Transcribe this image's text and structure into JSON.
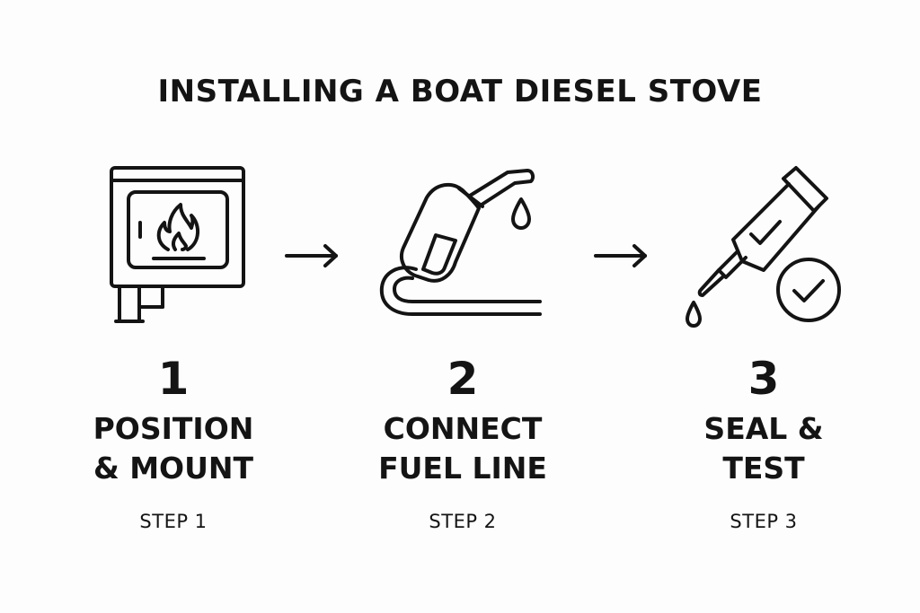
{
  "title": "INSTALLING A BOAT DIESEL STOVE",
  "steps": [
    {
      "number": "1",
      "label_line1": "POSITION",
      "label_line2": "& MOUNT",
      "caption": "STEP 1",
      "icon": "stove-icon"
    },
    {
      "number": "2",
      "label_line1": "CONNECT",
      "label_line2": "FUEL LINE",
      "caption": "STEP 2",
      "icon": "fuel-nozzle-icon"
    },
    {
      "number": "3",
      "label_line1": "SEAL &",
      "label_line2": "TEST",
      "caption": "STEP 3",
      "icon": "sealant-tube-check-icon"
    }
  ],
  "arrows": [
    "arrow-right-icon",
    "arrow-right-icon"
  ],
  "colors": {
    "ink": "#141414",
    "background": "#fdfdfd"
  }
}
